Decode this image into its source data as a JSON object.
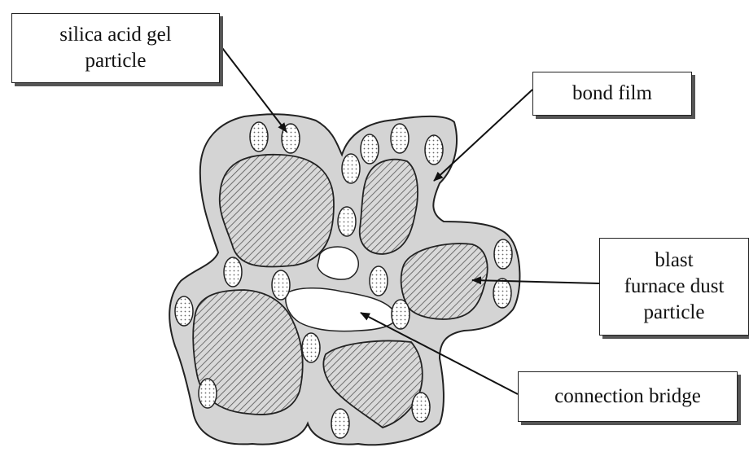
{
  "labels": {
    "silica_acid_gel": {
      "line1": "silica acid gel",
      "line2": "particle"
    },
    "bond_film": "bond film",
    "blast_furnace_dust": {
      "line1": "blast",
      "line2": "furnace dust",
      "line3": "particle"
    },
    "connection_bridge": "connection bridge"
  },
  "colors": {
    "bond_film_fill": "#d4d4d4",
    "outline": "#222222",
    "hatch": "#555555",
    "dot": "#666666",
    "pore_fill": "#ffffff"
  }
}
